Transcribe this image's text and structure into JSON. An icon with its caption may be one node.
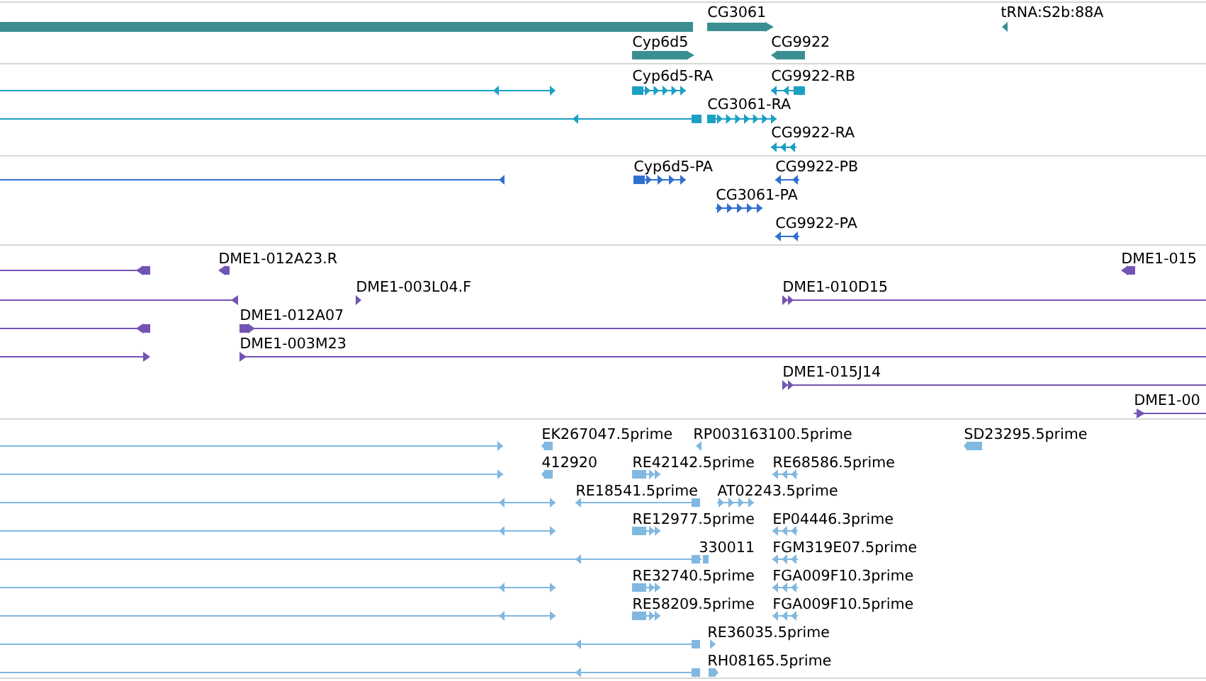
{
  "diagram": {
    "labels": [
      "CG3061",
      "tRNA:S2b:88A",
      "Cyp6d5",
      "CG9922",
      "Cyp6d5-RA",
      "CG9922-RB",
      "CG3061-RA",
      "CG9922-RA",
      "Cyp6d5-PA",
      "CG9922-PB",
      "CG3061-PA",
      "CG9922-PA",
      "DME1-012A23.R",
      "DME1-015",
      "DME1-003L04.F",
      "DME1-010D15",
      "DME1-012A07",
      "DME1-003M23",
      "DME1-015J14",
      "DME1-00",
      "EK267047.5prime",
      "RP003163100.5prime",
      "SD23295.5prime",
      "412920",
      "RE42142.5prime",
      "RE68586.5prime",
      "RE18541.5prime",
      "AT02243.5prime",
      "RE12977.5prime",
      "EP04446.3prime",
      "330011",
      "FGM319E07.5prime",
      "RE32740.5prime",
      "FGA009F10.3prime",
      "RE58209.5prime",
      "FGA009F10.5prime",
      "RE36035.5prime",
      "RH08165.5prime"
    ]
  }
}
